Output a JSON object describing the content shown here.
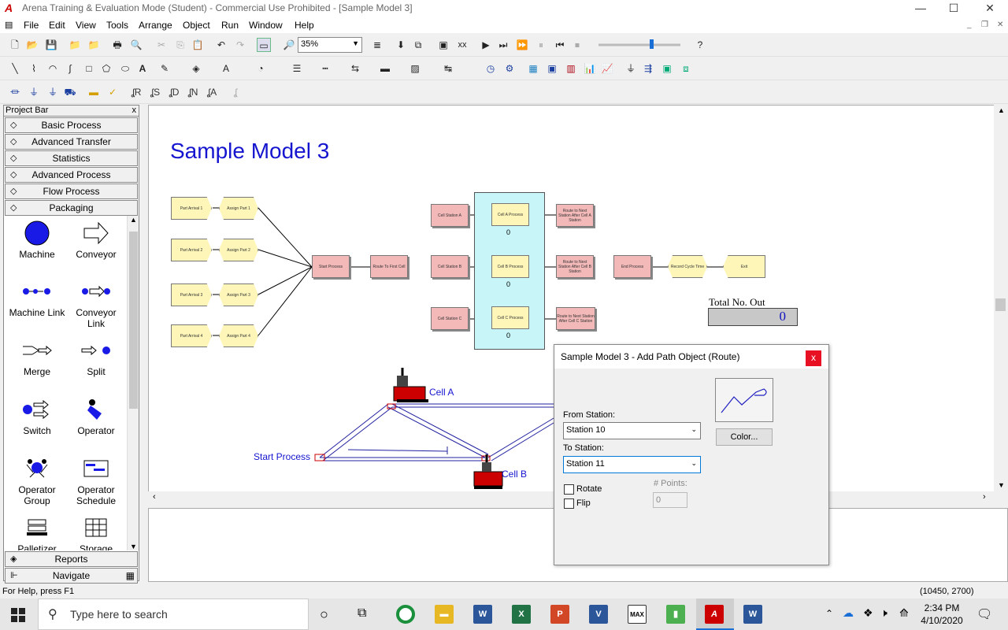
{
  "window": {
    "title": "Arena Training & Evaluation Mode (Student) - Commercial Use Prohibited - [Sample Model 3]",
    "app_icon_text": "A",
    "minimize": "—",
    "maximize": "☐",
    "close": "✕"
  },
  "menu": [
    "File",
    "Edit",
    "View",
    "Tools",
    "Arrange",
    "Object",
    "Run",
    "Window",
    "Help"
  ],
  "toolbar": {
    "zoom_value": "35%"
  },
  "project_bar": {
    "title": "Project Bar",
    "close": "x",
    "panels_top": [
      "Basic Process",
      "Advanced Transfer",
      "Statistics",
      "Advanced Process",
      "Flow Process",
      "Packaging"
    ],
    "palette_items": [
      "Machine",
      "Conveyor",
      "Machine Link",
      "Conveyor Link",
      "Merge",
      "Split",
      "Switch",
      "Operator",
      "Operator Group",
      "Operator Schedule",
      "Palletizer",
      "Storage"
    ],
    "panels_bottom": [
      "Reports",
      "Navigate"
    ]
  },
  "model": {
    "title": "Sample Model 3",
    "modules": {
      "part_arrivals": [
        "Part Arrival 1",
        "Part Arrival 2",
        "Part Arrival 3",
        "Part Arrival 4"
      ],
      "assigns": [
        "Assign Part 1",
        "Assign Part 2",
        "Assign Part 3",
        "Assign Part 4"
      ],
      "start_process": "Start Process",
      "route_to_first": "Route To First Cell",
      "stations": [
        "Cell Station A",
        "Cell Station B",
        "Cell Station C"
      ],
      "processes": [
        "Cell A Process",
        "Cell B Process",
        "Cell C Process"
      ],
      "process_counts": [
        "0",
        "0",
        "0"
      ],
      "routes": [
        "Route to Next Station After Cell A Station",
        "Route to Next Station After Cell B Station",
        "Route to Next Station After Cell C Station"
      ],
      "end_process": "End Process",
      "record": "Record Cycle Time",
      "exit": "Exit"
    },
    "total_label": "Total No. Out",
    "total_value": "0",
    "anim_labels": {
      "cell_a": "Cell A",
      "cell_b": "Cell B",
      "start": "Start Process"
    }
  },
  "dialog": {
    "title": "Sample Model 3 - Add Path Object (Route)",
    "close": "x",
    "from_label": "From Station:",
    "from_value": "Station 10",
    "to_label": "To Station:",
    "to_value": "Station 11",
    "color_button": "Color...",
    "rotate_label": "Rotate",
    "flip_label": "Flip",
    "points_label": "# Points:",
    "points_value": "0"
  },
  "status": {
    "help": "For Help, press F1",
    "coords": "(10450, 2700)"
  },
  "taskbar": {
    "search_placeholder": "Type here to search",
    "time": "2:34 PM",
    "date": "4/10/2020"
  }
}
